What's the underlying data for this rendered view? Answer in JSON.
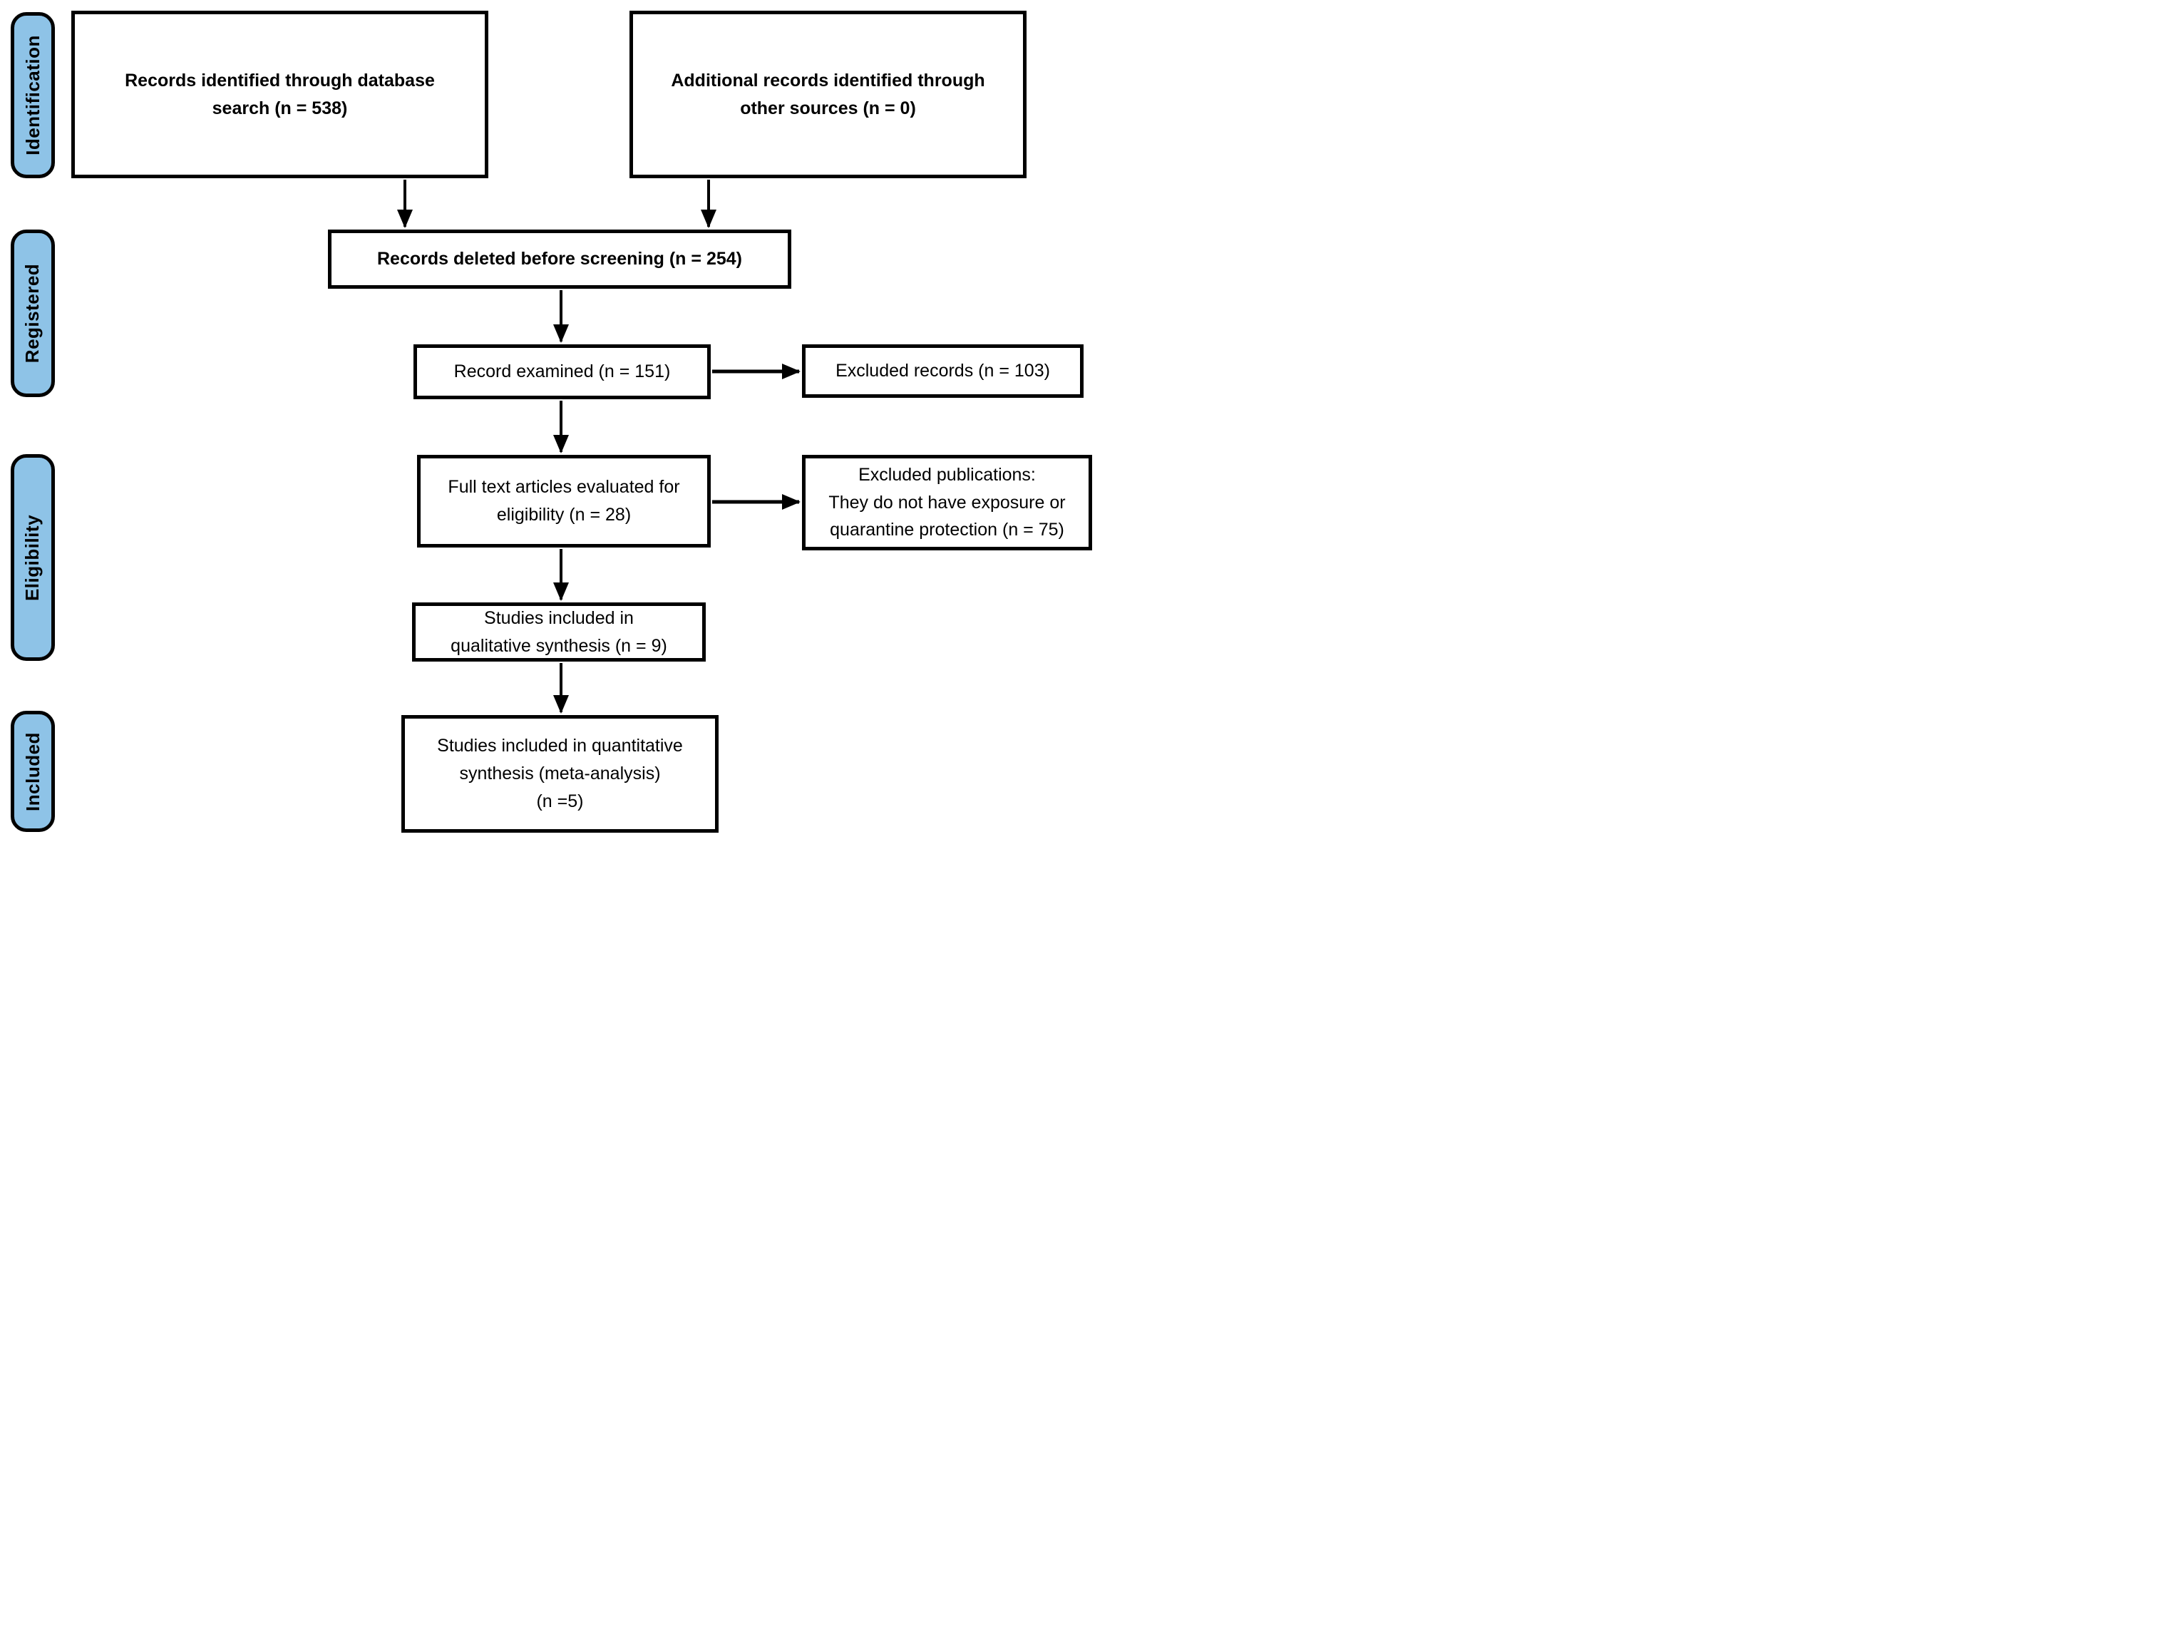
{
  "diagram_type": "prisma-flow-diagram",
  "colors": {
    "stage_fill": "#8EC3E7",
    "line": "#000000",
    "box_background": "#FFFFFF",
    "text": "#000000"
  },
  "stages": {
    "identification": {
      "label": "Identification"
    },
    "registered": {
      "label": "Registered"
    },
    "eligibility": {
      "label": "Eligibility"
    },
    "included": {
      "label": "Included"
    }
  },
  "boxes": {
    "records_identified": {
      "text": "Records identified through database\nsearch (n = 538)",
      "n": 538
    },
    "additional_records": {
      "text": "Additional records identified through\nother sources (n = 0)",
      "n": 0
    },
    "records_deleted": {
      "text": "Records deleted before screening (n = 254)",
      "n": 254
    },
    "records_examined": {
      "text": "Record examined (n = 151)",
      "n": 151
    },
    "excluded_records": {
      "text": "Excluded records (n = 103)",
      "n": 103
    },
    "full_text_evaluated": {
      "text": "Full text articles evaluated for\neligibility (n = 28)",
      "n": 28
    },
    "excluded_publications": {
      "text": "Excluded publications:\nThey do not have exposure or\nquarantine protection (n = 75)",
      "n": 75
    },
    "qualitative_synthesis": {
      "text": "Studies included in\nqualitative synthesis (n = 9)",
      "n": 9
    },
    "quantitative_synthesis": {
      "text": "Studies included in quantitative\nsynthesis (meta-analysis)\n(n =5)",
      "n": 5
    }
  }
}
